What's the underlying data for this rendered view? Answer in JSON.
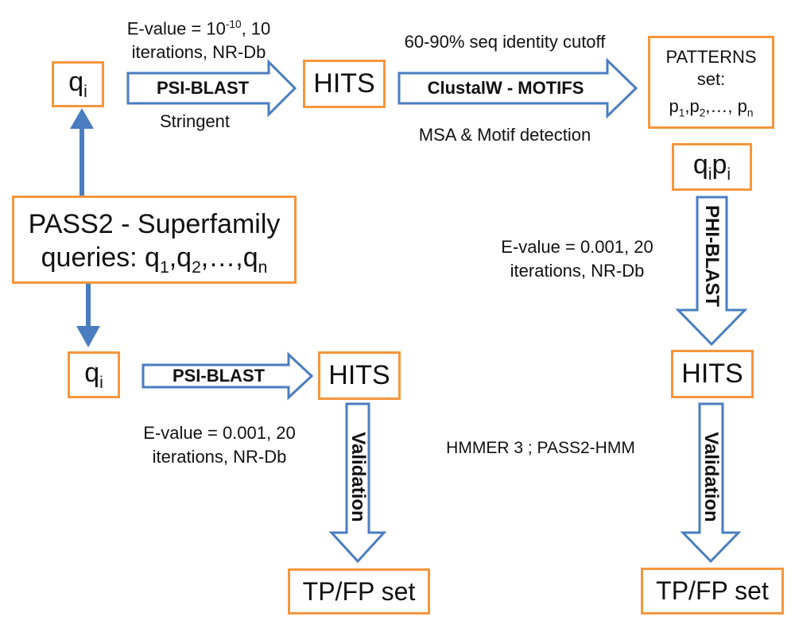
{
  "colors": {
    "box_border": "#f5963c",
    "arrow_blue": "#4a7dc0",
    "text": "#111111"
  },
  "boxes": {
    "qi_top": {
      "base": "q",
      "sub": "i"
    },
    "hits_top": "HITS",
    "patterns": {
      "line1": "PATTERNS",
      "line2": "set:",
      "p1": "p",
      "p1_sub": "1",
      "p2": ",p",
      "p2_sub": "2",
      "pn": ",…, p",
      "pn_sub": "n"
    },
    "qipi": {
      "q": "q",
      "q_sub": "i",
      "p": "p",
      "p_sub": "i"
    },
    "pass2": {
      "line1": "PASS2 - Superfamily",
      "q_prefix": "queries: q",
      "q1_sub": "1",
      "q2": ",q",
      "q2_sub": "2",
      "qn": ",…,q",
      "qn_sub": "n"
    },
    "qi_bottom": {
      "base": "q",
      "sub": "i"
    },
    "hits_bottom": "HITS",
    "hits_right": "HITS",
    "tpfp_bottom": "TP/FP set",
    "tpfp_right": "TP/FP set"
  },
  "arrows": {
    "psiblast_top": "PSI-BLAST",
    "clustalw": "ClustalW - MOTIFS",
    "psiblast_bottom": "PSI-BLAST",
    "phiblast": "PHI-BLAST",
    "validation_left": "Validation",
    "validation_right": "Validation"
  },
  "labels": {
    "evalue_top_prefix": "E-value = 10",
    "evalue_top_exp": "-10",
    "evalue_top_suffix": ", 10",
    "evalue_top_line2": "iterations, NR-Db",
    "stringent": "Stringent",
    "seq_identity": "60-90% seq identity cutoff",
    "msa": "MSA & Motif detection",
    "evalue_phi_line1": "E-value = 0.001, 20",
    "evalue_phi_line2": "iterations, NR-Db",
    "evalue_bottom_line1": "E-value = 0.001, 20",
    "evalue_bottom_line2": "iterations, NR-Db",
    "hmmer": "HMMER 3 ; PASS2-HMM"
  }
}
